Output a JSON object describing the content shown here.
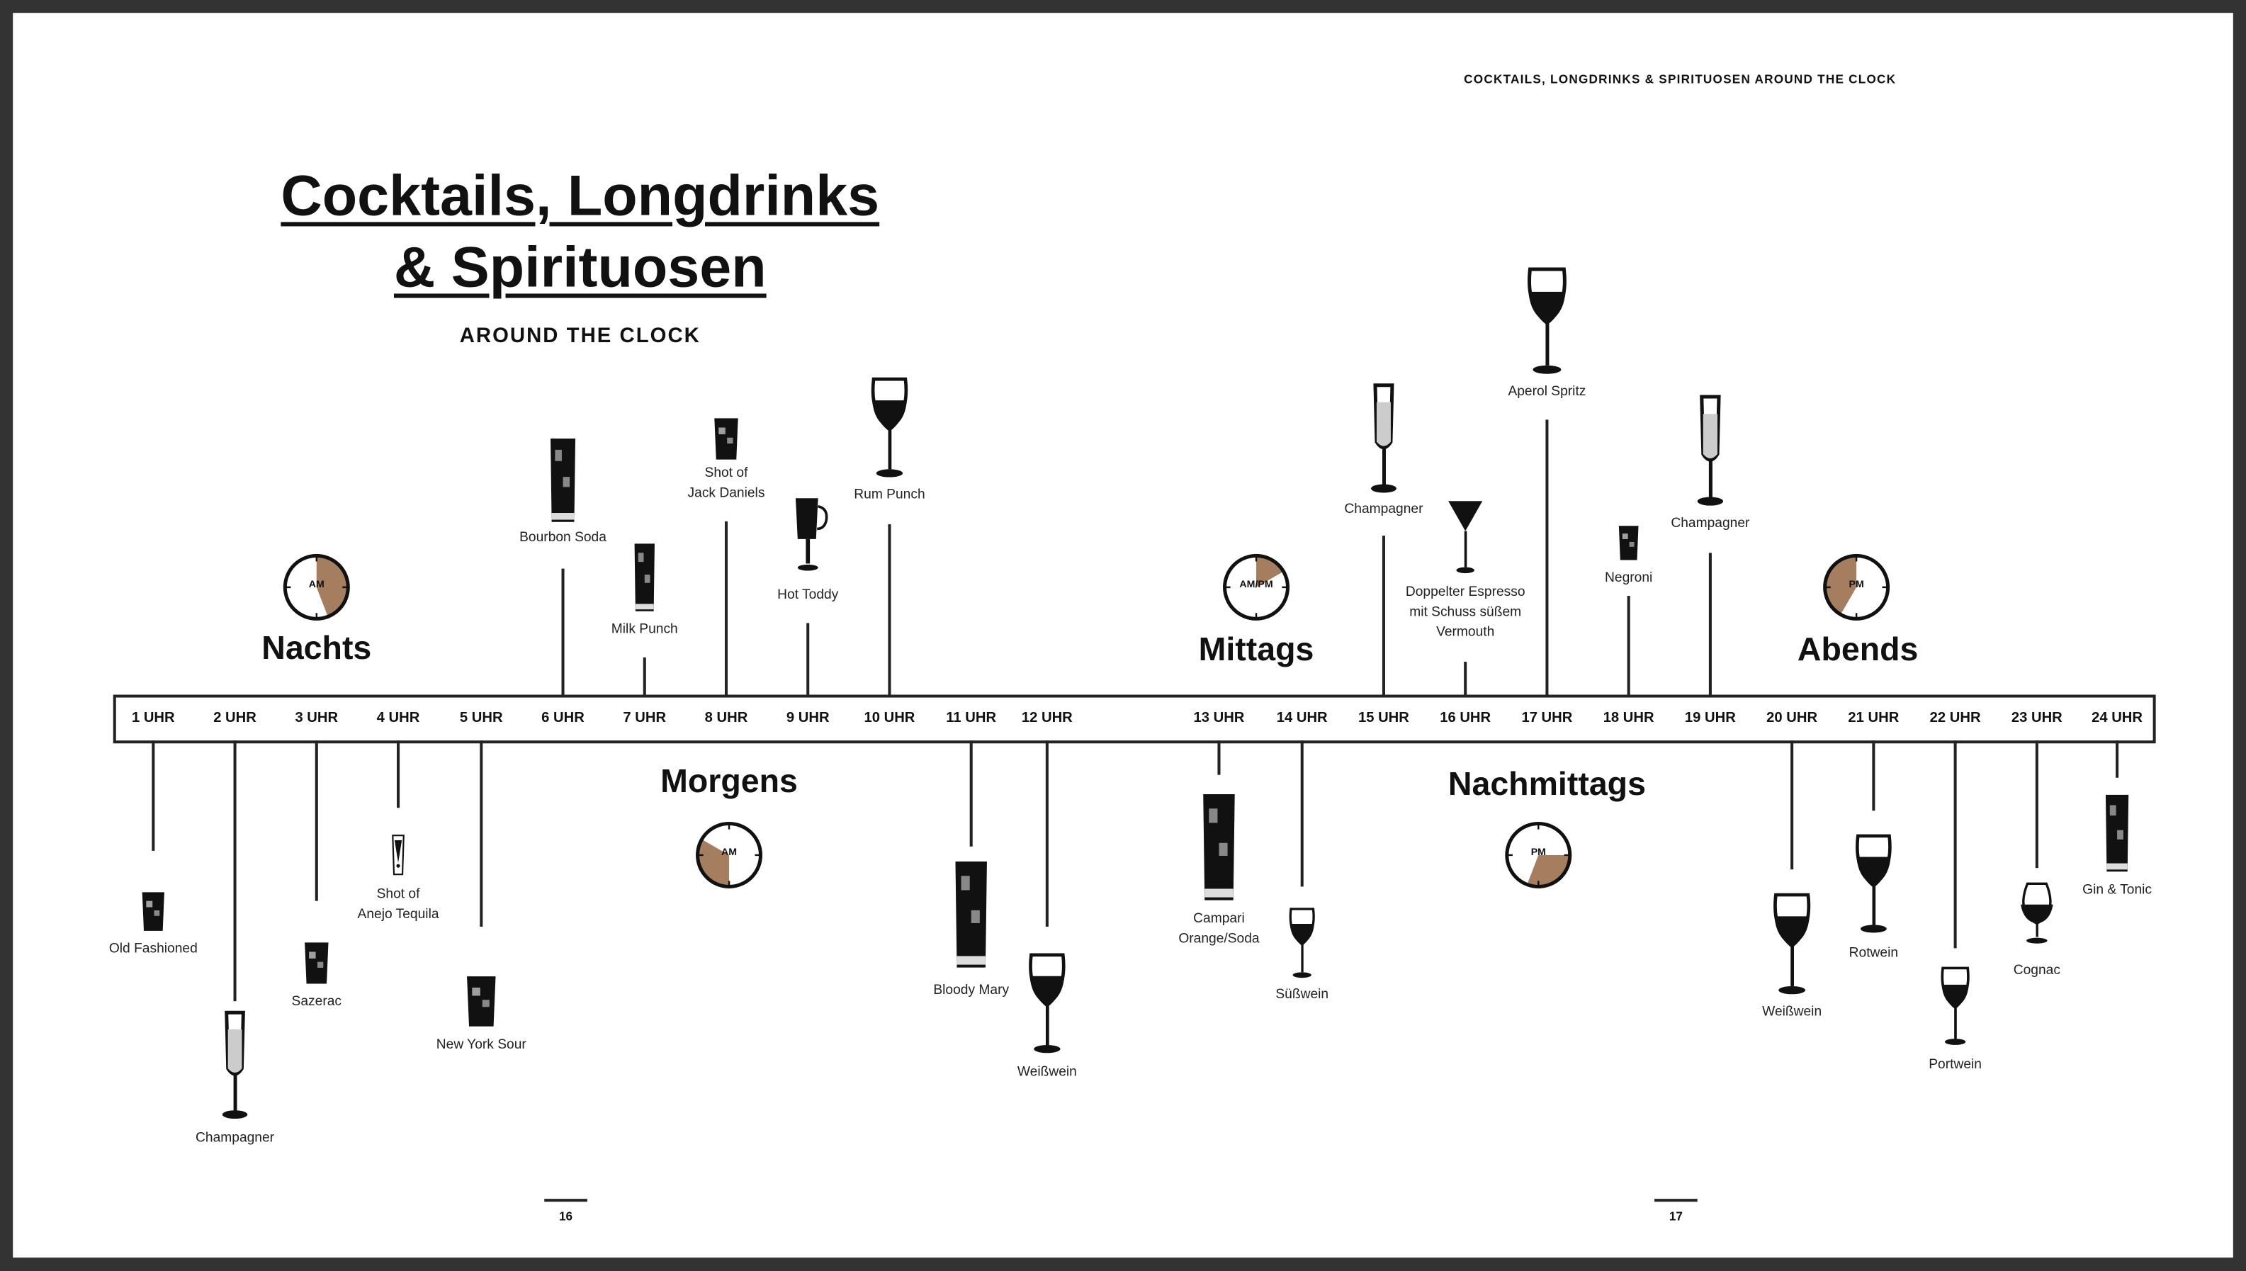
{
  "header": {
    "running_title": "COCKTAILS, LONGDRINKS & SPIRITUOSEN AROUND THE CLOCK"
  },
  "title": {
    "line1": "Cocktails, Longdrinks",
    "line2": "& Spirituosen",
    "subtitle": "AROUND THE CLOCK"
  },
  "hours": [
    "1 UHR",
    "2 UHR",
    "3 UHR",
    "4 UHR",
    "5 UHR",
    "6 UHR",
    "7 UHR",
    "8 UHR",
    "9 UHR",
    "10 UHR",
    "11 UHR",
    "12 UHR",
    "13 UHR",
    "14 UHR",
    "15 UHR",
    "16 UHR",
    "17 UHR",
    "18 UHR",
    "19 UHR",
    "20 UHR",
    "21 UHR",
    "22 UHR",
    "23 UHR",
    "24 UHR"
  ],
  "sections": [
    {
      "label": "Nachts",
      "clock_label": "AM",
      "wedge_clock_hours": [
        0,
        5.3
      ]
    },
    {
      "label": "Morgens",
      "clock_label": "AM",
      "wedge_clock_hours": [
        6,
        10
      ]
    },
    {
      "label": "Mittags",
      "clock_label": "AM/PM",
      "wedge_clock_hours": [
        0,
        2
      ]
    },
    {
      "label": "Nachmittags",
      "clock_label": "PM",
      "wedge_clock_hours": [
        3,
        6.7
      ]
    },
    {
      "label": "Abends",
      "clock_label": "PM",
      "wedge_clock_hours": [
        7,
        12
      ]
    }
  ],
  "drinks": [
    {
      "hour": 1,
      "side": "below",
      "label": [
        "Old Fashioned"
      ],
      "icon": "tumbler-glass-icon"
    },
    {
      "hour": 2,
      "side": "below",
      "label": [
        "Champagner"
      ],
      "icon": "champagne-flute-icon"
    },
    {
      "hour": 3,
      "side": "below",
      "label": [
        "Sazerac"
      ],
      "icon": "tumbler-glass-icon"
    },
    {
      "hour": 4,
      "side": "below",
      "label": [
        "Shot of",
        "Anejo Tequila"
      ],
      "icon": "shot-glass-icon"
    },
    {
      "hour": 5,
      "side": "below",
      "label": [
        "New York Sour"
      ],
      "icon": "tumbler-glass-icon"
    },
    {
      "hour": 6,
      "side": "above",
      "label": [
        "Bourbon Soda"
      ],
      "icon": "highball-glass-icon"
    },
    {
      "hour": 7,
      "side": "above",
      "label": [
        "Milk Punch"
      ],
      "icon": "highball-glass-icon"
    },
    {
      "hour": 8,
      "side": "above",
      "label": [
        "Shot of",
        "Jack Daniels"
      ],
      "icon": "tumbler-glass-icon"
    },
    {
      "hour": 9,
      "side": "above",
      "label": [
        "Hot Toddy"
      ],
      "icon": "toddy-glass-icon"
    },
    {
      "hour": 10,
      "side": "above",
      "label": [
        "Rum Punch"
      ],
      "icon": "wine-glass-icon"
    },
    {
      "hour": 11,
      "side": "below",
      "label": [
        "Bloody Mary"
      ],
      "icon": "highball-glass-icon"
    },
    {
      "hour": 12,
      "side": "below",
      "label": [
        "Weißwein"
      ],
      "icon": "wine-glass-icon"
    },
    {
      "hour": 13,
      "side": "below",
      "label": [
        "Campari",
        "Orange/Soda"
      ],
      "icon": "highball-glass-icon"
    },
    {
      "hour": 14,
      "side": "below",
      "label": [
        "Süßwein"
      ],
      "icon": "wine-glass-icon"
    },
    {
      "hour": 15,
      "side": "above",
      "label": [
        "Champagner"
      ],
      "icon": "champagne-flute-icon"
    },
    {
      "hour": 16,
      "side": "above",
      "label": [
        "Doppelter Espresso",
        "mit Schuss süßem",
        "Vermouth"
      ],
      "icon": "martini-glass-icon"
    },
    {
      "hour": 17,
      "side": "above",
      "label": [
        "Aperol Spritz"
      ],
      "icon": "wine-glass-icon"
    },
    {
      "hour": 18,
      "side": "above",
      "label": [
        "Negroni"
      ],
      "icon": "tumbler-glass-icon"
    },
    {
      "hour": 19,
      "side": "above",
      "label": [
        "Champagner"
      ],
      "icon": "champagne-flute-icon"
    },
    {
      "hour": 20,
      "side": "below",
      "label": [
        "Weißwein"
      ],
      "icon": "wine-glass-icon"
    },
    {
      "hour": 21,
      "side": "below",
      "label": [
        "Rotwein"
      ],
      "icon": "wine-glass-icon"
    },
    {
      "hour": 22,
      "side": "below",
      "label": [
        "Portwein"
      ],
      "icon": "wine-glass-icon"
    },
    {
      "hour": 23,
      "side": "below",
      "label": [
        "Cognac"
      ],
      "icon": "snifter-glass-icon"
    },
    {
      "hour": 24,
      "side": "below",
      "label": [
        "Gin & Tonic"
      ],
      "icon": "highball-glass-icon"
    }
  ],
  "page_numbers": [
    "16",
    "17"
  ],
  "colors": {
    "accent": "#a57e60",
    "ink": "#111111",
    "frame": "#333333"
  }
}
